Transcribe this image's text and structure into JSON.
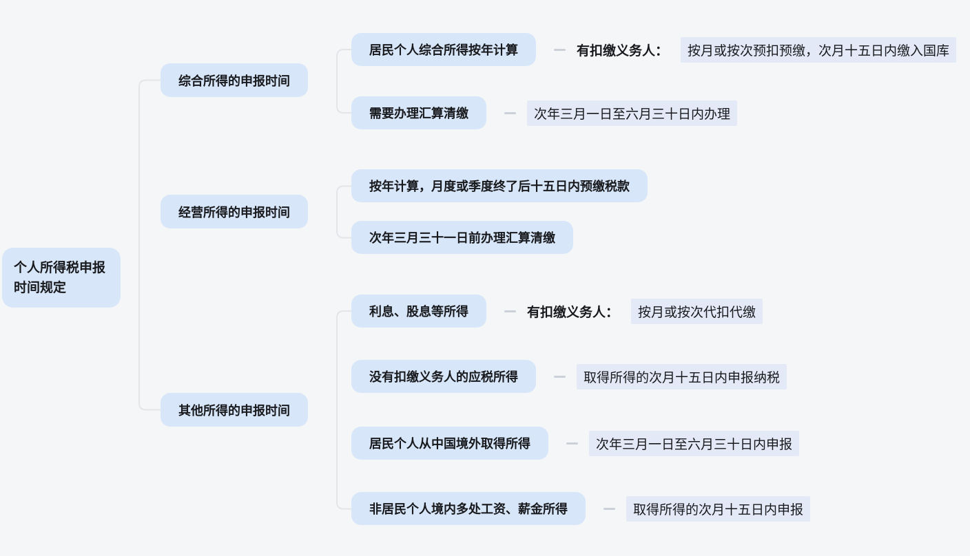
{
  "canvas": {
    "background": "#f5f6f8",
    "node_fill": "#d8e6f9",
    "detail_fill": "#e4e9f7",
    "connector_color": "#e3e5e9",
    "text_color": "#17191c"
  },
  "root": {
    "label": "个人所得税申报时间规定"
  },
  "branches": [
    {
      "label": "综合所得的申报时间",
      "children": [
        {
          "label": "居民个人综合所得按年计算",
          "detail_prefix": "有扣缴义务人：",
          "detail": "按月或按次预扣预缴，次月十五日内缴入国库"
        },
        {
          "label": "需要办理汇算清缴",
          "detail": "次年三月一日至六月三十日内办理"
        }
      ]
    },
    {
      "label": "经营所得的申报时间",
      "children": [
        {
          "label": "按年计算，月度或季度终了后十五日内预缴税款"
        },
        {
          "label": "次年三月三十一日前办理汇算清缴"
        }
      ]
    },
    {
      "label": "其他所得的申报时间",
      "children": [
        {
          "label": "利息、股息等所得",
          "detail_prefix": "有扣缴义务人：",
          "detail": "按月或按次代扣代缴"
        },
        {
          "label": "没有扣缴义务人的应税所得",
          "detail": "取得所得的次月十五日内申报纳税"
        },
        {
          "label": "居民个人从中国境外取得所得",
          "detail": "次年三月一日至六月三十日内申报"
        },
        {
          "label": "非居民个人境内多处工资、薪金所得",
          "detail": "取得所得的次月十五日内申报"
        }
      ]
    }
  ]
}
